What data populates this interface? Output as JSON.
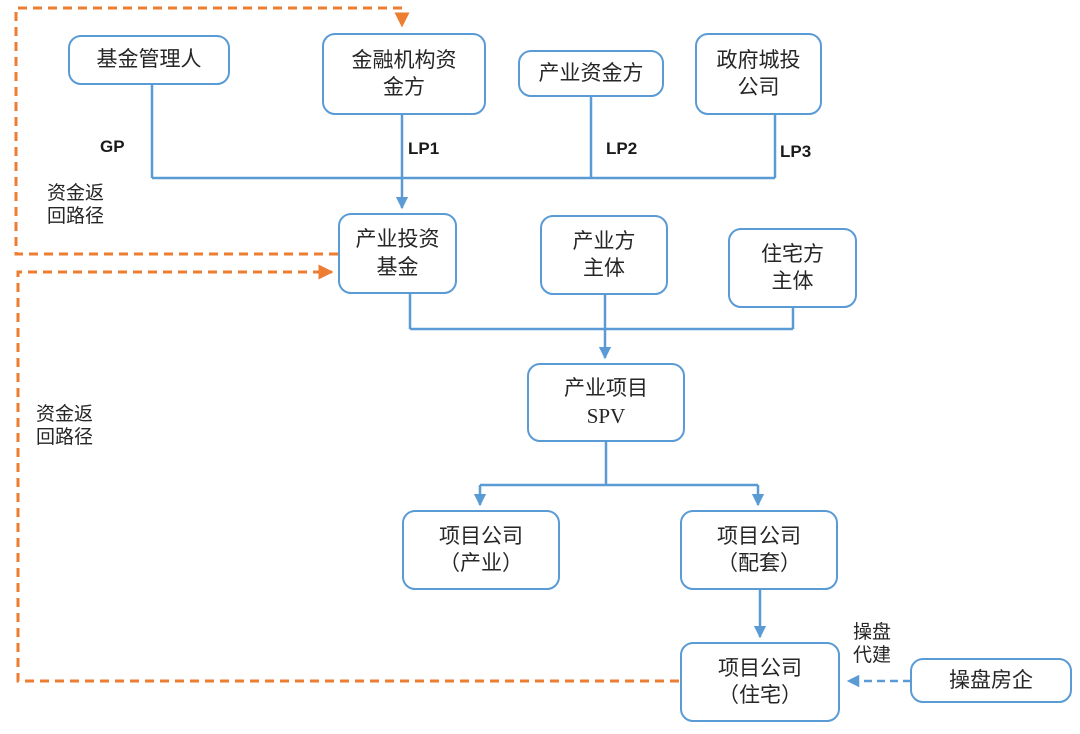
{
  "colors": {
    "connector_blue": "#5B9BD5",
    "return_orange": "#ED7D31",
    "text": "#262626"
  },
  "nodes": {
    "fund_manager": {
      "label": "基金管理人"
    },
    "financial_lp": {
      "label": "金融机构资\n金方"
    },
    "industry_lp": {
      "label": "产业资金方"
    },
    "gov_lp": {
      "label": "政府城投\n公司"
    },
    "fund": {
      "label": "产业投资\n基金"
    },
    "industry_entity": {
      "label": "产业方\n主体"
    },
    "residential_entity": {
      "label": "住宅方\n主体"
    },
    "spv": {
      "label": "产业项目\nSPV"
    },
    "pc_industry": {
      "label": "项目公司\n（产业）"
    },
    "pc_supporting": {
      "label": "项目公司\n（配套）"
    },
    "pc_residential": {
      "label": "项目公司\n（住宅）"
    },
    "operator": {
      "label": "操盘房企"
    }
  },
  "labels": {
    "gp": "GP",
    "lp1": "LP1",
    "lp2": "LP2",
    "lp3": "LP3",
    "return_path_top": "资金返\n回路径",
    "return_path_bottom": "资金返\n回路径",
    "operator_role": "操盘\n代建"
  }
}
